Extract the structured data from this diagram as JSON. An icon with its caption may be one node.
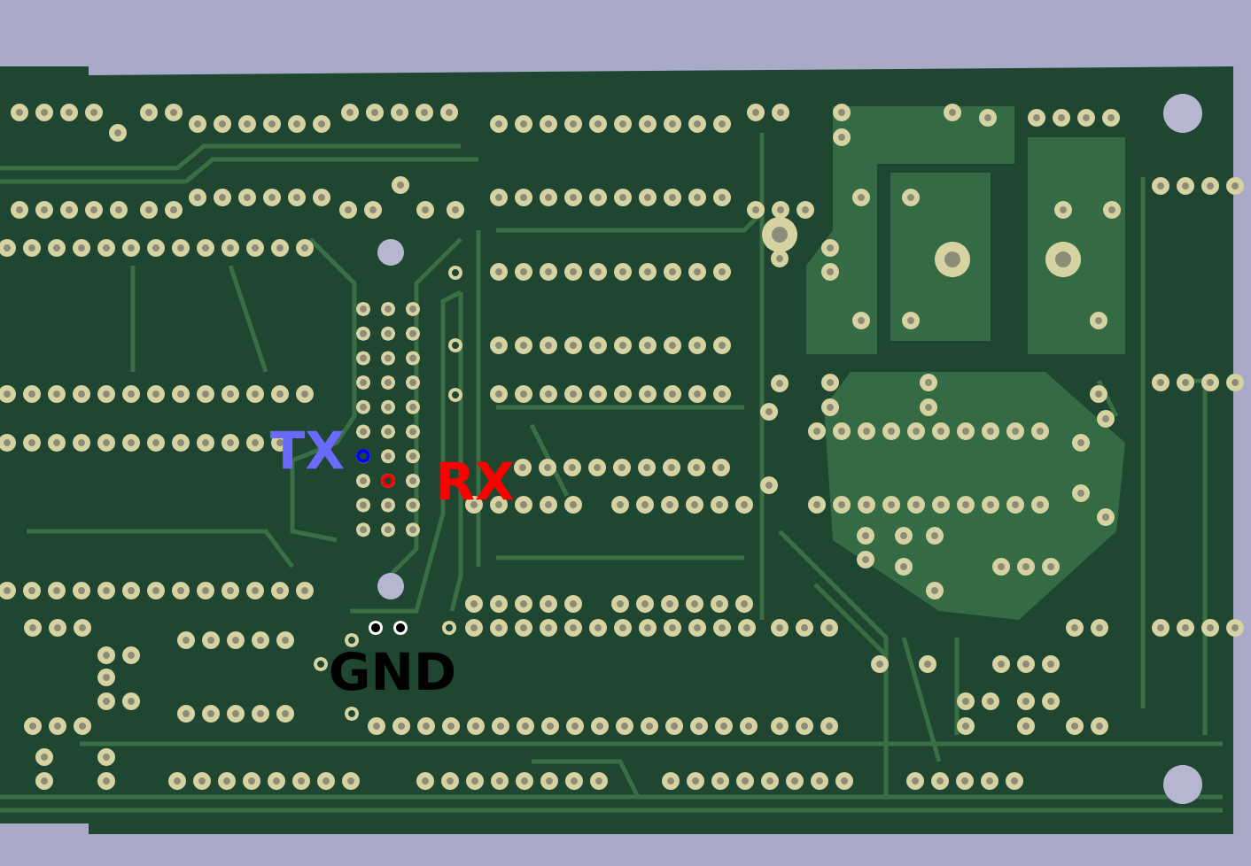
{
  "diagram": {
    "labels": [
      "TX",
      "RX",
      "GND"
    ]
  }
}
